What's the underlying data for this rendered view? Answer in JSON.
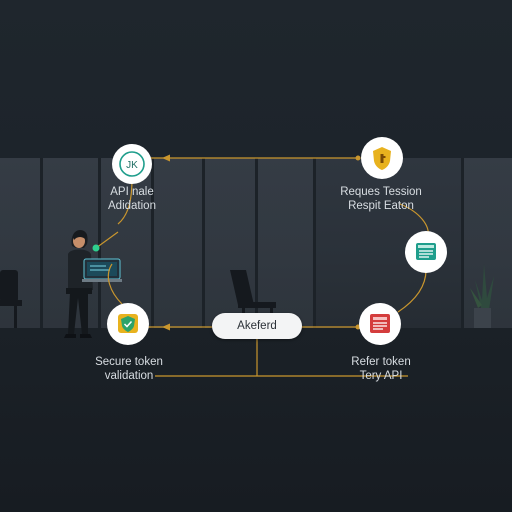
{
  "labels": {
    "api_line1": "API nale",
    "api_line2": "Adidation",
    "reques_line1": "Reques Tession",
    "reques_line2": "Respit Eaton",
    "secure_line1": "Secure token",
    "secure_line2": "validation",
    "refer_line1": "Refer token",
    "refer_line2": "Tery API",
    "center": "Akeferd"
  },
  "node_icons": {
    "api": "api-logo-icon",
    "request": "shield-key-icon",
    "document": "document-icon",
    "secure": "shield-check-icon",
    "refer": "red-document-icon"
  },
  "colors": {
    "background": "#1d242b",
    "connector": "#c9962e",
    "node_fill": "#ffffff",
    "teal": "#1f9e8c",
    "gold": "#e8b21e",
    "red": "#d43c3c"
  }
}
